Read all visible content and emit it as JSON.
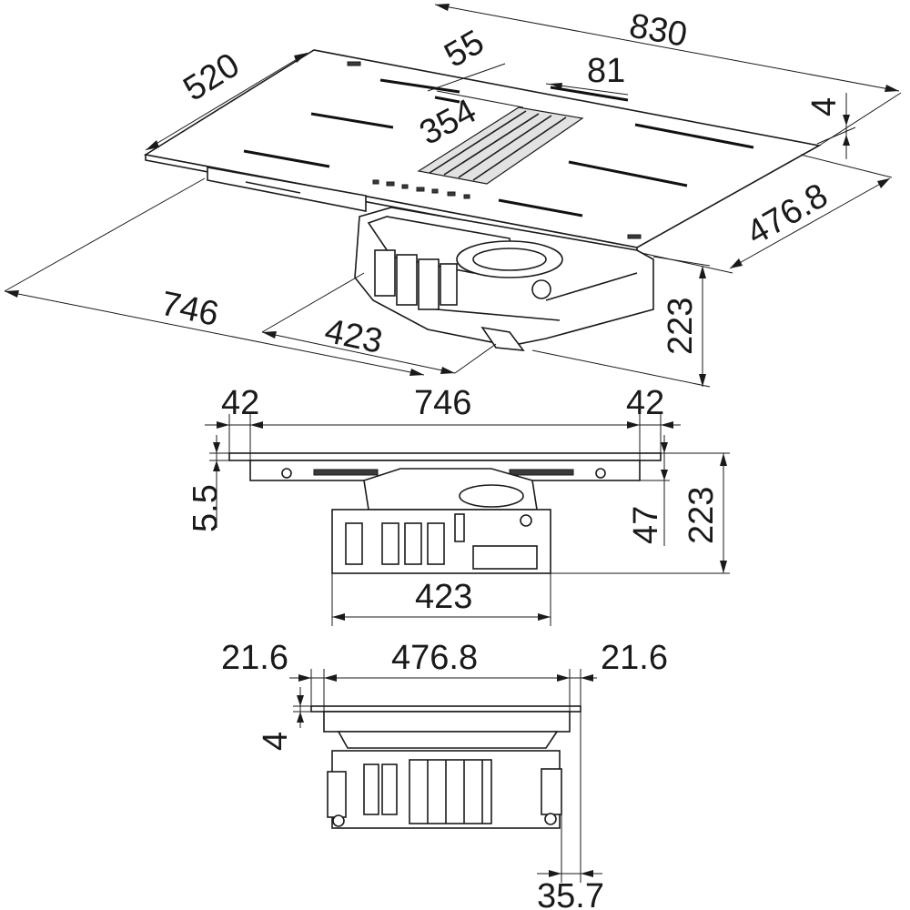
{
  "figure": {
    "top_view": {
      "overall_width": "830",
      "overall_depth": "520",
      "vent_offset": "55",
      "vent_width": "81",
      "zone_span": "354",
      "glass_thickness": "4",
      "cutout_depth": "476.8",
      "cutout_width": "746",
      "module_width": "423",
      "total_height": "223"
    },
    "front_view": {
      "left_overhang": "42",
      "cutout_width": "746",
      "right_overhang": "42",
      "glass_height": "5.5",
      "frame_height": "47",
      "total_height": "223",
      "module_width": "423"
    },
    "side_view": {
      "left_overhang": "21.6",
      "cutout_depth": "476.8",
      "right_overhang": "21.6",
      "glass_thickness": "4",
      "outlet_offset": "35.7"
    }
  }
}
